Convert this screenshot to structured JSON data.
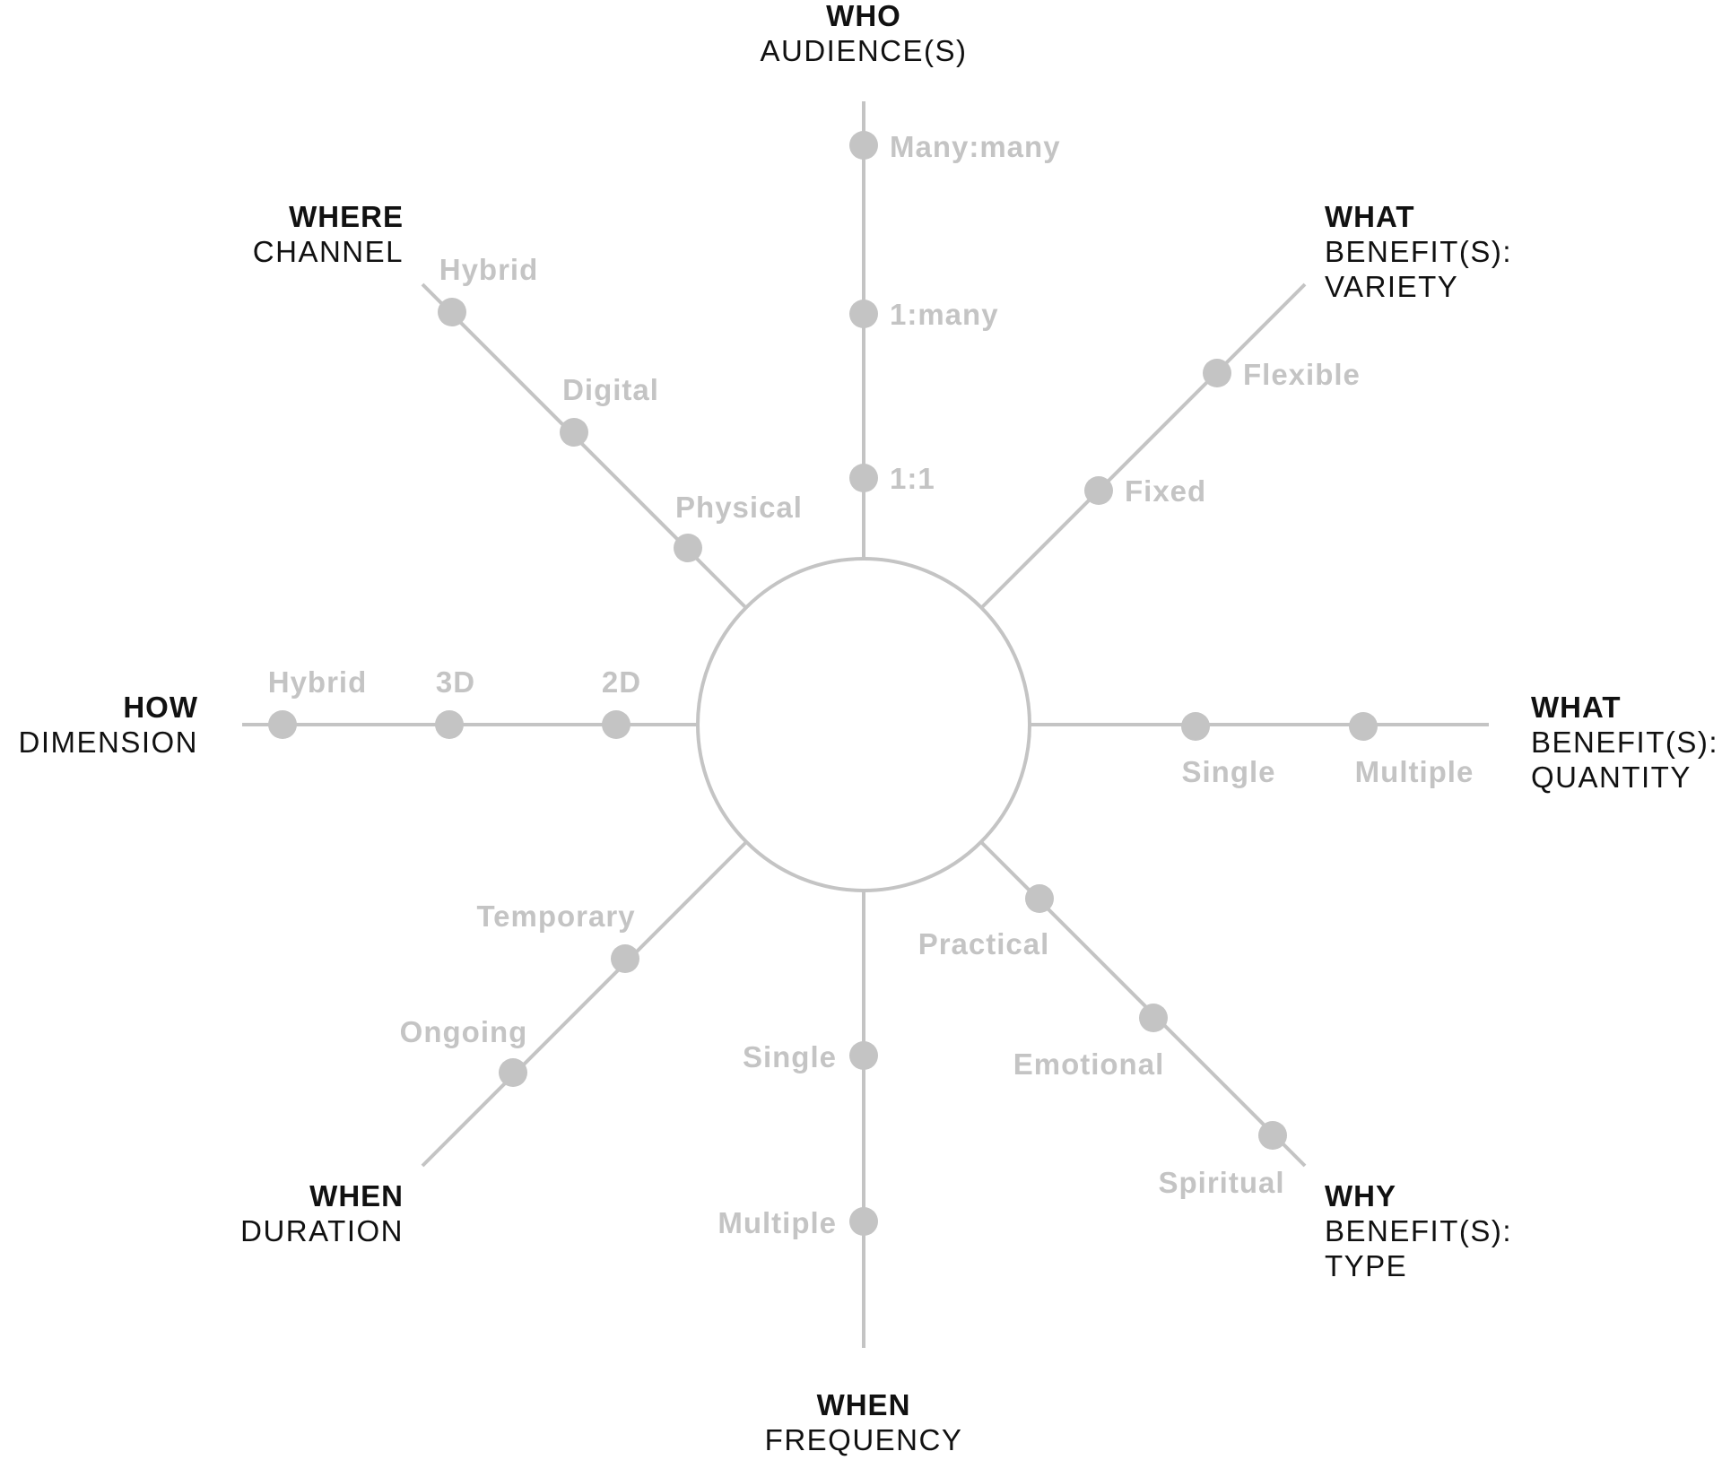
{
  "hub": {},
  "axes": [
    {
      "id": "who",
      "key": "WHO",
      "sub": [
        "AUDIENCE(S)"
      ],
      "options": [
        "1:1",
        "1:many",
        "Many:many"
      ]
    },
    {
      "id": "what-variety",
      "key": "WHAT",
      "sub": [
        "BENEFIT(S):",
        "VARIETY"
      ],
      "options": [
        "Fixed",
        "Flexible"
      ]
    },
    {
      "id": "what-quantity",
      "key": "WHAT",
      "sub": [
        "BENEFIT(S):",
        "QUANTITY"
      ],
      "options": [
        "Single",
        "Multiple"
      ]
    },
    {
      "id": "why",
      "key": "WHY",
      "sub": [
        "BENEFIT(S):",
        "TYPE"
      ],
      "options": [
        "Practical",
        "Emotional",
        "Spiritual"
      ]
    },
    {
      "id": "when-frequency",
      "key": "WHEN",
      "sub": [
        "FREQUENCY"
      ],
      "options": [
        "Single",
        "Multiple"
      ]
    },
    {
      "id": "when-duration",
      "key": "WHEN",
      "sub": [
        "DURATION"
      ],
      "options": [
        "Temporary",
        "Ongoing"
      ]
    },
    {
      "id": "how",
      "key": "HOW",
      "sub": [
        "DIMENSION"
      ],
      "options": [
        "2D",
        "3D",
        "Hybrid"
      ]
    },
    {
      "id": "where",
      "key": "WHERE",
      "sub": [
        "CHANNEL"
      ],
      "options": [
        "Physical",
        "Digital",
        "Hybrid"
      ]
    }
  ]
}
